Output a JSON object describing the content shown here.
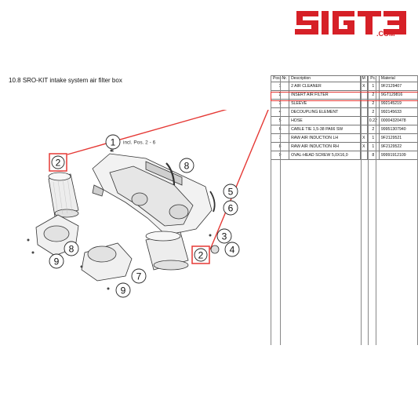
{
  "logo": {
    "name": "SIGT3",
    "suffix": ".COM",
    "color": "#d62027"
  },
  "section": {
    "number": "10.8",
    "title": "SRO-KIT intake system air filter box"
  },
  "diagram": {
    "callout_note": "incl. Pos. 2 - 6",
    "callouts": [
      "1",
      "2",
      "8",
      "5",
      "6",
      "3",
      "4",
      "2",
      "9",
      "8",
      "7",
      "9"
    ],
    "highlight_color": "#e53935"
  },
  "table": {
    "headers": {
      "pos": "Pos.-Nr.",
      "description": "Description",
      "m": "M",
      "pc": "Pc.",
      "material": "Material"
    },
    "rows": [
      {
        "pos": "1",
        "description": "2 AIR CLEANER",
        "m": "X",
        "pc": "1",
        "material": "9F2129407"
      },
      {
        "pos": "2",
        "description": "INSERT AIR FILTER",
        "m": "",
        "pc": "2",
        "material": "9GT129816"
      },
      {
        "pos": "3",
        "description": "SLEEVE",
        "m": "",
        "pc": "2",
        "material": "992145219"
      },
      {
        "pos": "4",
        "description": "DECOUPLING ELEMENT",
        "m": "",
        "pc": "2",
        "material": "992145633"
      },
      {
        "pos": "5",
        "description": "HOSE",
        "m": "",
        "pc": "0.22",
        "material": "00004320478"
      },
      {
        "pos": "6",
        "description": "CABLE TIE 1,5-38 PA66 SW",
        "m": "",
        "pc": "2",
        "material": "99951307940"
      },
      {
        "pos": "7",
        "description": "RAW AIR INDUCTION LH",
        "m": "X",
        "pc": "1",
        "material": "9F2129521"
      },
      {
        "pos": "8",
        "description": "RAW AIR INDUCTION RH",
        "m": "X",
        "pc": "1",
        "material": "9F2129522"
      },
      {
        "pos": "9",
        "description": "OVAL-HEAD SCREW 5,0X16,0",
        "m": "",
        "pc": "8",
        "material": "99991912109"
      }
    ],
    "highlighted_row_pos": "2"
  }
}
